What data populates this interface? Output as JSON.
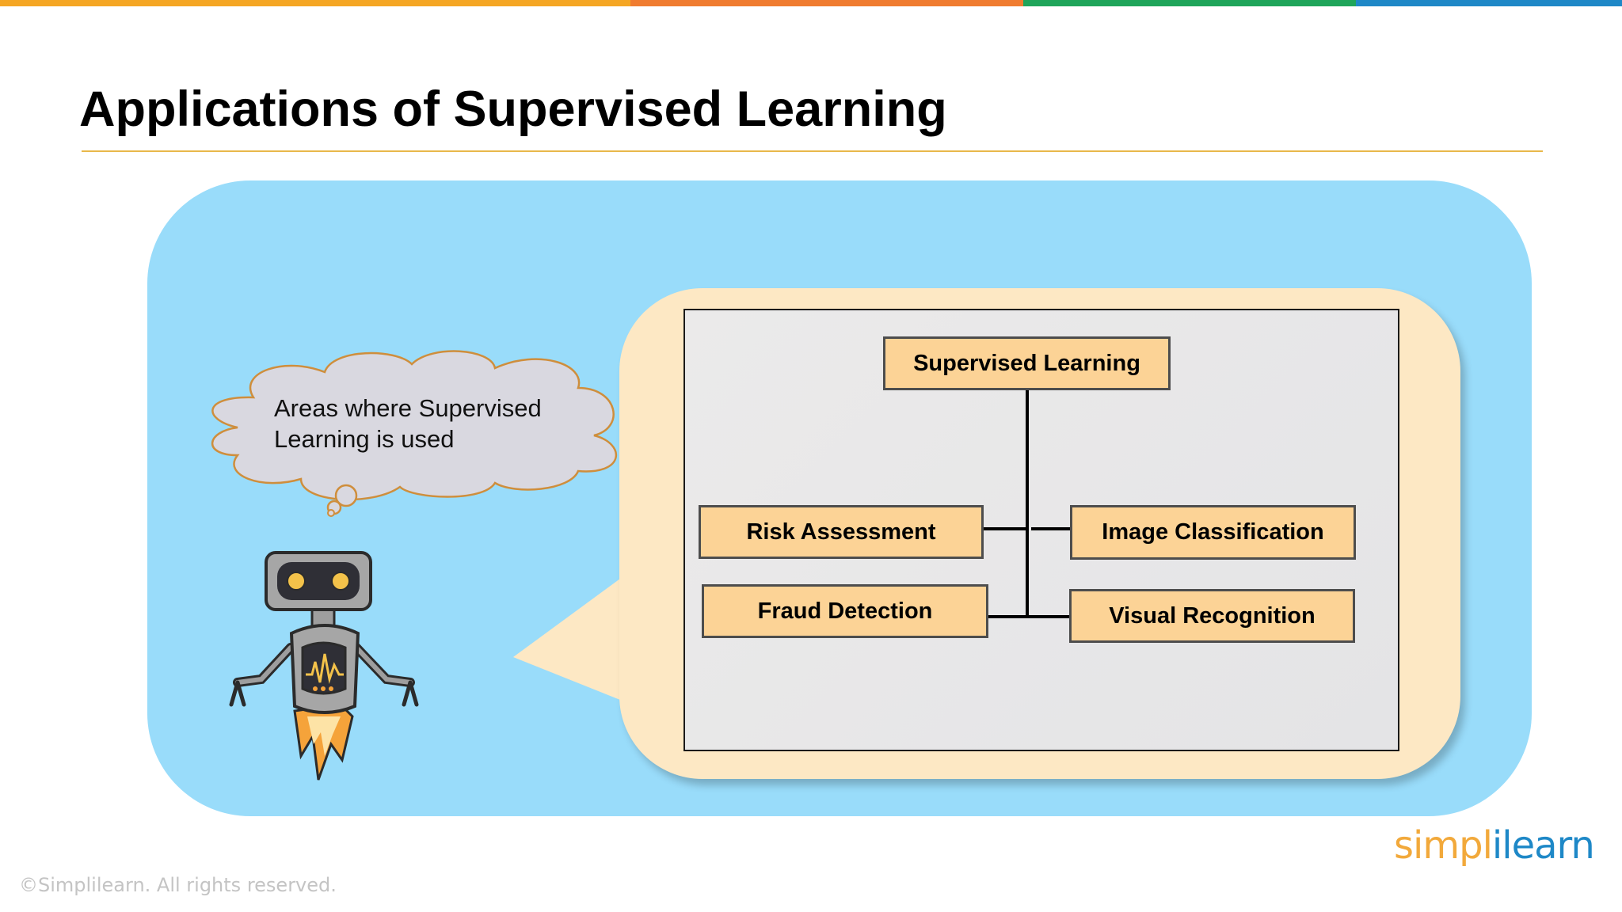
{
  "slide": {
    "title": "Applications of Supervised Learning",
    "top_bar_colors": [
      "#f5a623",
      "#f07c30",
      "#1fa55a",
      "#1e88c7"
    ],
    "accent_rule_color": "#e8b84a",
    "panel_color": "#99dcfa",
    "callout_color": "#fde8c4",
    "node_color": "#fcd396"
  },
  "thought_bubble": {
    "text": "Areas where Supervised Learning is used"
  },
  "illustration": {
    "icon": "robot-icon"
  },
  "diagram": {
    "root": "Supervised Learning",
    "left_branches": [
      "Risk Assessment",
      "Fraud Detection"
    ],
    "right_branches": [
      "Image Classification",
      "Visual Recognition"
    ]
  },
  "footer": {
    "copyright": "©Simplilearn. All rights reserved.",
    "logo_part_a": "simpl",
    "logo_part_b": "ilearn"
  }
}
